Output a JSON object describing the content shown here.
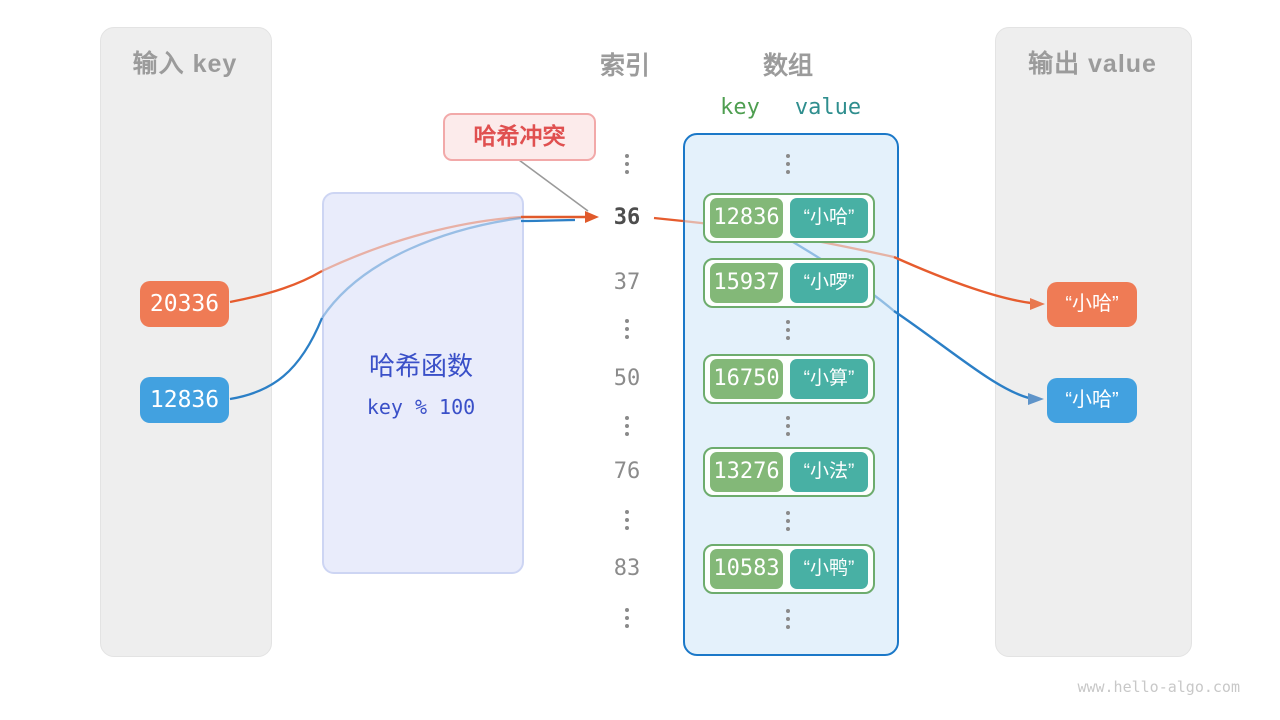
{
  "page": {
    "watermark": "www.hello-algo.com"
  },
  "input_panel": {
    "title": "输入 key",
    "keys": [
      {
        "value": "20336",
        "color": "#ef7b55"
      },
      {
        "value": "12836",
        "color": "#42a1e0"
      }
    ]
  },
  "hash_box": {
    "title": "哈希函数",
    "formula": "key % 100"
  },
  "collision_label": {
    "text": "哈希冲突"
  },
  "index_column": {
    "title": "索引",
    "values": [
      "36",
      "37",
      "50",
      "76",
      "83"
    ],
    "highlighted": "36"
  },
  "array_panel": {
    "title": "数组",
    "key_header": "key",
    "value_header": "value",
    "rows": [
      {
        "key": "12836",
        "value": "“小哈”"
      },
      {
        "key": "15937",
        "value": "“小啰”"
      },
      {
        "key": "16750",
        "value": "“小算”"
      },
      {
        "key": "13276",
        "value": "“小法”"
      },
      {
        "key": "10583",
        "value": "“小鸭”"
      }
    ]
  },
  "output_panel": {
    "title": "输出 value",
    "values": [
      {
        "text": "“小哈”",
        "color": "#ef7b55"
      },
      {
        "text": "“小哈”",
        "color": "#42a1e0"
      }
    ]
  },
  "colors": {
    "orange_accent": "#e65c2e",
    "blue_accent": "#2b7fc6",
    "key_green": "#83b878",
    "value_teal": "#48b0a4",
    "container_blue_border": "#1b78c8",
    "hash_blue_text": "#3a50c8",
    "collision_red": "#e05050",
    "panel_gray": "#eeeeee"
  }
}
